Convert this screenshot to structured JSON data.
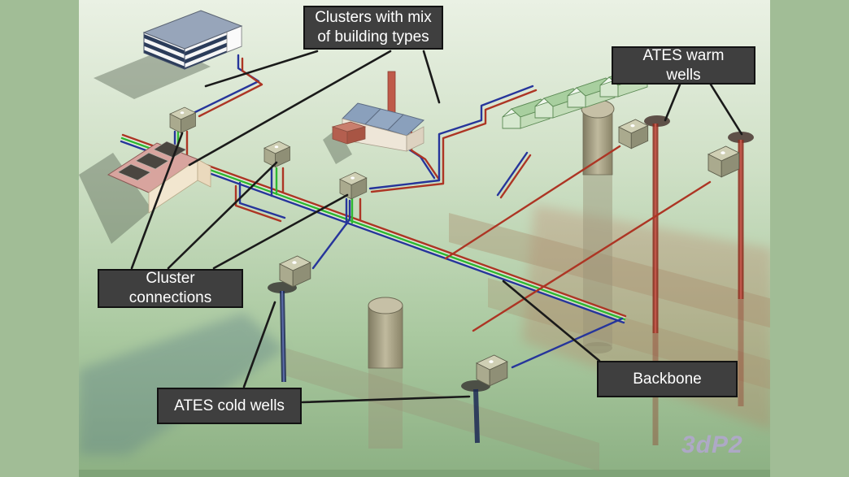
{
  "illustration": {
    "labels": {
      "clusters_mix": "Clusters with mix\nof building types",
      "warm_wells": "ATES warm\nwells",
      "cluster_connections": "Cluster\nconnections",
      "backbone": "Backbone",
      "cold_wells": "ATES cold wells"
    },
    "watermark": "3dP2"
  },
  "colors": {
    "page-bg": "#a1bd96",
    "label-bg": "#3f3f3f",
    "label-border": "#121212",
    "label-text": "#ffffff",
    "pipe-warm": "#ad3524",
    "pipe-cold": "#26359b",
    "pipe-medium": "#2eb832",
    "leader": "#1a1a1a",
    "watermark": "#b3a7d1"
  }
}
